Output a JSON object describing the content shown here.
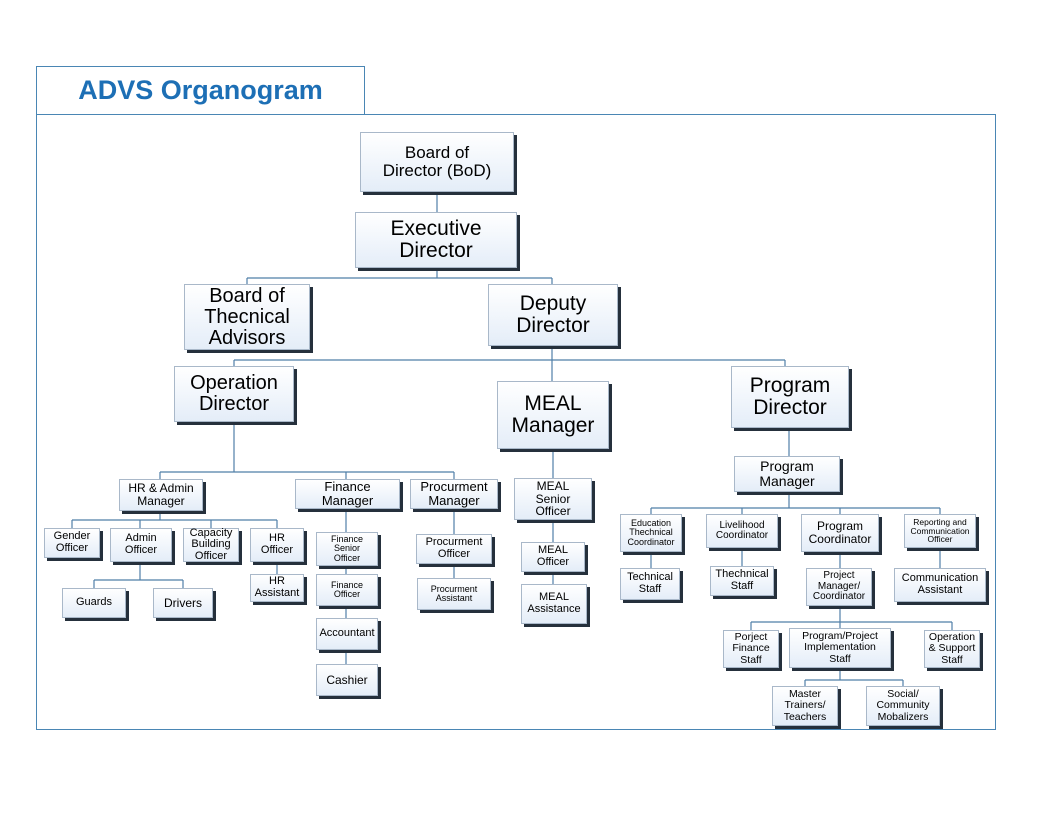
{
  "title": "ADVS Organogram",
  "nodes": {
    "bod": "Board of\nDirector (BoD)",
    "executive_director": "Executive\nDirector",
    "board_technical_advisors": "Board of\nThecnical\nAdvisors",
    "deputy_director": "Deputy\nDirector",
    "operation_director": "Operation\nDirector",
    "meal_manager": "MEAL\nManager",
    "program_director": "Program\nDirector",
    "hr_admin_manager": "HR & Admin\nManager",
    "finance_manager": "Finance\nManager",
    "procurment_manager": "Procurment\nManager",
    "meal_senior_officer": "MEAL\nSenior\nOfficer",
    "program_manager": "Program\nManager",
    "gender_officer": "Gender\nOfficer",
    "admin_officer": "Admin\nOfficer",
    "capacity_building_officer": "Capacity\nBuilding\nOfficer",
    "hr_officer": "HR\nOfficer",
    "hr_assistant": "HR\nAssistant",
    "guards": "Guards",
    "drivers": "Drivers",
    "finance_senior_officer": "Finance\nSenior\nOfficer",
    "finance_officer": "Finance\nOfficer",
    "accountant": "Accountant",
    "cashier": "Cashier",
    "procurment_officer": "Procurment\nOfficer",
    "procurment_assistant": "Procurment\nAssistant",
    "meal_officer": "MEAL\nOfficer",
    "meal_assistance": "MEAL\nAssistance",
    "education_technical_coordinator": "Education\nThechnical\nCoordinator",
    "livelihood_coordinator": "Livelihood\nCoordinator",
    "program_coordinator": "Program\nCoordinator",
    "reporting_communication_officer": "Reporting and\nCommunication\nOfficer",
    "technical_staff_edu": "Technical\nStaff",
    "thechnical_staff_liv": "Thechnical\nStaff",
    "project_manager_coordinator": "Project\nManager/\nCoordinator",
    "communication_assistant": "Communication\nAssistant",
    "porject_finance_staff": "Porject\nFinance\nStaff",
    "implementation_staff": "Program/Project\nImplementation\nStaff",
    "operation_support_staff": "Operation\n& Support\nStaff",
    "master_trainers_teachers": "Master\nTrainers/\nTeachers",
    "social_community_mobalizers": "Social/\nCommunity\nMobalizers"
  }
}
